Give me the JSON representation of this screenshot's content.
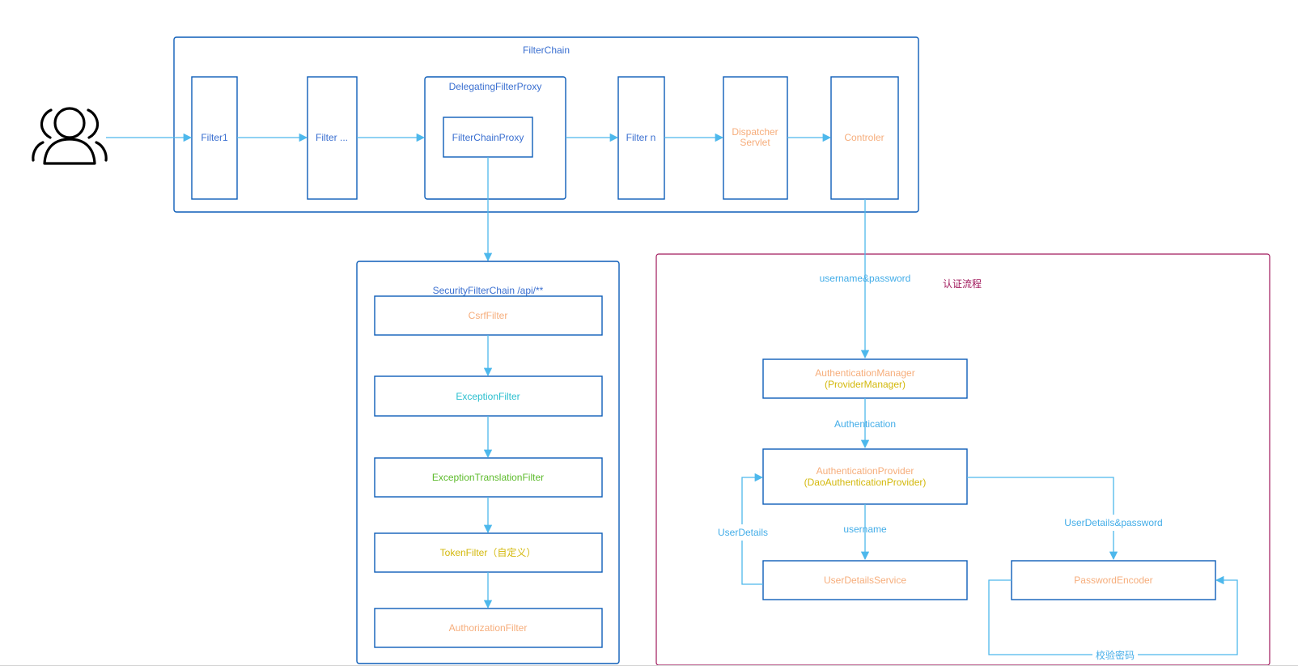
{
  "filter_chain": {
    "title": "FilterChain",
    "filter1": "Filter1",
    "filter_dots": "Filter ...",
    "delegating": "DelegatingFilterProxy",
    "filter_chain_proxy": "FilterChainProxy",
    "filter_n": "Filter n",
    "dispatcher_line1": "Dispatcher",
    "dispatcher_line2": "Servlet",
    "controller": "Controler"
  },
  "security_chain": {
    "title": "SecurityFilterChain   /api/**",
    "filters": [
      "CsrfFilter",
      "ExceptionFilter",
      "ExceptionTranslationFilter",
      "TokenFilter（自定义）",
      "AuthorizationFilter"
    ]
  },
  "auth_flow": {
    "title": "认证流程",
    "manager_line1": "AuthenticationManager",
    "manager_line2": "(ProviderManager)",
    "provider_line1": "AuthenticationProvider",
    "provider_line2": "(DaoAuthenticationProvider)",
    "user_details_service": "UserDetailsService",
    "password_encoder": "PasswordEncoder"
  },
  "edge_labels": {
    "username_password": "username&password",
    "authentication": "Authentication",
    "username": "username",
    "user_details": "UserDetails",
    "user_details_password": "UserDetails&password",
    "verify_password": "校验密码"
  },
  "icons": {
    "user": "users-icon"
  },
  "colors": {
    "box_stroke": "#0d5db8",
    "arrow": "#4db8ec",
    "auth_frame": "#a1195c",
    "label_blue": "#3a6fd0",
    "label_orange": "#f6ad7b",
    "label_teal": "#2bbfcf",
    "label_green": "#5dbb2c",
    "label_yellow": "#d3b80b"
  }
}
